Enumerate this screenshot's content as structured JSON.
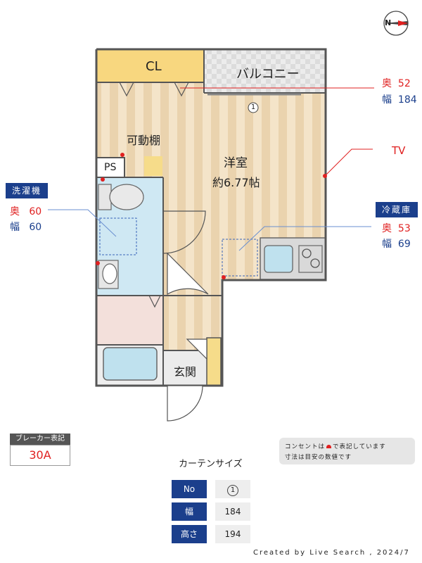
{
  "plan": {
    "closet_label": "CL",
    "balcony_label": "バルコニー",
    "shelf_label": "可動棚",
    "ps_label": "PS",
    "room_name": "洋室",
    "room_size": "約6.77帖",
    "entrance_label": "玄関",
    "window_number": "1"
  },
  "callouts": {
    "window": {
      "depth_label": "奥",
      "depth_value": "52",
      "width_label": "幅",
      "width_value": "184"
    },
    "tv": {
      "label": "TV"
    },
    "washer": {
      "title": "洗濯機",
      "depth_label": "奥",
      "depth_value": "60",
      "width_label": "幅",
      "width_value": "60"
    },
    "fridge": {
      "title": "冷蔵庫",
      "depth_label": "奥",
      "depth_value": "53",
      "width_label": "幅",
      "width_value": "69"
    }
  },
  "breaker": {
    "title": "ブレーカー表記",
    "value": "30A"
  },
  "note": {
    "line1_pre": "コンセントは",
    "line1_post": "で表記しています",
    "line2": "寸法は目安の数値です"
  },
  "curtain": {
    "title": "カーテンサイズ",
    "rows": [
      {
        "label": "No",
        "value": "1"
      },
      {
        "label": "幅",
        "value": "184"
      },
      {
        "label": "高さ",
        "value": "194"
      }
    ]
  },
  "credit": "Created by Live Search , 2024/7",
  "compass": {
    "label": "N"
  },
  "colors": {
    "outlet": "#e02020",
    "tag_blue": "#1b3f8c",
    "floor_a": "#f3e2c6",
    "floor_b": "#ead2ad",
    "wet": "#cfe8f3"
  }
}
